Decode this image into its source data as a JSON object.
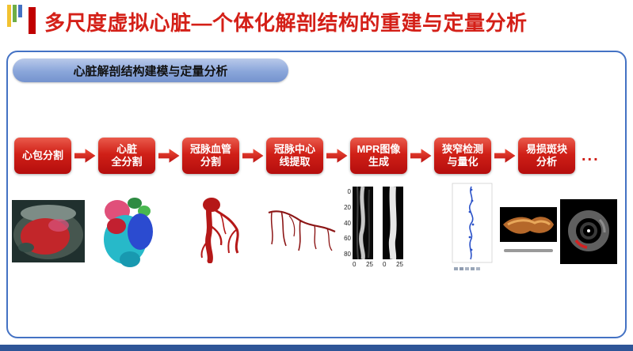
{
  "header": {
    "title": "多尺度虚拟心脏—个体化解剖结构的重建与定量分析"
  },
  "panel": {
    "banner": "心脏解剖结构建模与定量分析"
  },
  "flow": {
    "steps": [
      "心包分割",
      "心脏\n全分割",
      "冠脉血管\n分割",
      "冠脉中心\n线提取",
      "MPR图像\n生成",
      "狭窄检测\n与量化",
      "易损斑块\n分析"
    ],
    "ellipsis": "..."
  },
  "figures": {
    "mpr": {
      "y_ticks": [
        "0",
        "20",
        "40",
        "60",
        "80"
      ],
      "x_tick_min": "0",
      "x_tick_max": "25"
    }
  },
  "colors": {
    "title_red": "#D42018",
    "box_red": "#D02017",
    "arrow_red": "#E02B1E",
    "panel_border_blue": "#4472C4",
    "banner_blue": "#7593CE",
    "bottom_bar_blue": "#2E5597",
    "accent_yellow": "#F2C230",
    "accent_green": "#6FAE46",
    "accent_blue": "#4472C4"
  }
}
